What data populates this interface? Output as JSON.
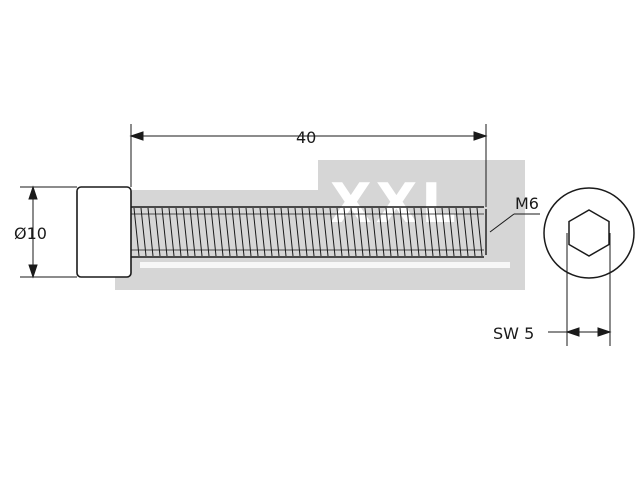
{
  "labels": {
    "length": "40",
    "head_diameter": "Ø10",
    "thread": "M6",
    "socket_size": "SW 5"
  },
  "watermark": {
    "text": "XXL",
    "color": "#d6d6d6"
  },
  "colors": {
    "line": "#1a1a1a",
    "background": "#ffffff"
  }
}
